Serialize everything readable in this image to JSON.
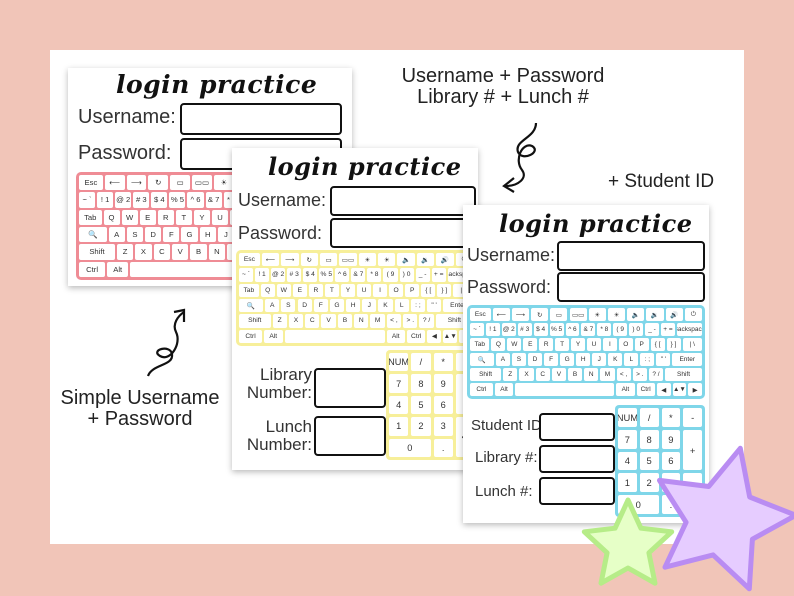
{
  "colors": {
    "background": "#f1c5b8",
    "pink": "#ef8c95",
    "yellow": "#f7ef9a",
    "blue": "#7fd6e9",
    "star_purple": "#d9b3ff",
    "star_green": "#d6f5a8"
  },
  "sheet": {
    "title": "login practice",
    "username_label": "Username:",
    "password_label": "Password:",
    "library_label": "Library Number:",
    "lunch_label": "Lunch Number:",
    "student_id_label": "Student ID:",
    "library_short": "Library #:",
    "lunch_short": "Lunch #:"
  },
  "notes": {
    "top": "Username + Password Library # + Lunch #",
    "right": "+ Student ID",
    "left": "Simple Username + Password"
  },
  "keyboard": {
    "rows": [
      [
        "Esc",
        "⟵",
        "⟶",
        "↻",
        "▭",
        "▭▭",
        "☀",
        "☀",
        "🔈",
        "🔉",
        "🔊",
        "⏻"
      ],
      [
        "~ `",
        "! 1",
        "@ 2",
        "# 3",
        "$ 4",
        "% 5",
        "^ 6",
        "& 7",
        "* 8",
        "( 9",
        ") 0",
        "_ -",
        "+ =",
        "Backspace"
      ],
      [
        "Tab",
        "Q",
        "W",
        "E",
        "R",
        "T",
        "Y",
        "U",
        "I",
        "O",
        "P",
        "{ [",
        "} ]",
        "| \\"
      ],
      [
        "🔍",
        "A",
        "S",
        "D",
        "F",
        "G",
        "H",
        "J",
        "K",
        "L",
        ": ;",
        "\" '",
        "Enter"
      ],
      [
        "Shift",
        "Z",
        "X",
        "C",
        "V",
        "B",
        "N",
        "M",
        "< ,",
        "> .",
        "? /",
        "Shift"
      ],
      [
        "Ctrl",
        "Alt",
        "",
        "Alt",
        "Ctrl",
        "◀",
        "▲▼",
        "▶"
      ]
    ]
  },
  "numpad": {
    "keys": [
      "NUM",
      "/",
      "*",
      "-",
      "7",
      "8",
      "9",
      "+",
      "4",
      "5",
      "6",
      "",
      "1",
      "2",
      "3",
      "↵",
      "0",
      "",
      "."
    ]
  }
}
